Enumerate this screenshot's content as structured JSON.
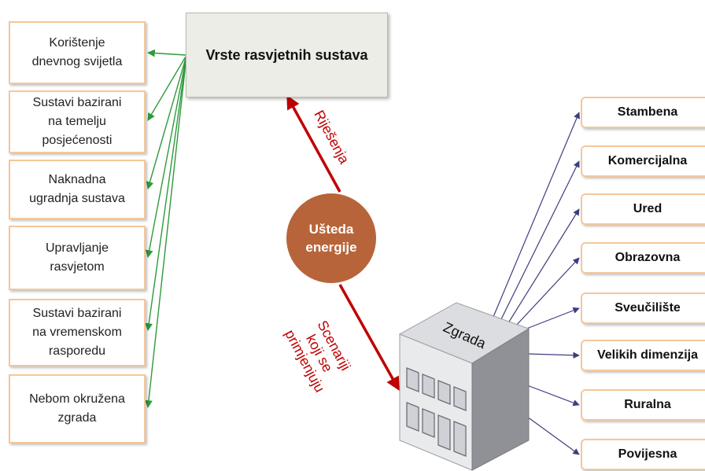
{
  "title": "Vrste rasvjetnih sustava",
  "center": {
    "line1": "Ušteda",
    "line2": "energije"
  },
  "labels": {
    "solutions": "Riješenja",
    "scenarios": {
      "line1": "Scenariji",
      "line2": "koji se",
      "line3": "primjenjuju"
    }
  },
  "building": {
    "label": "Zgrada"
  },
  "left_items": [
    {
      "line1": "Korištenje",
      "line2": "dnevnog svijetla",
      "line3": ""
    },
    {
      "line1": "Sustavi bazirani",
      "line2": "na temelju",
      "line3": "posjećenosti"
    },
    {
      "line1": "Naknadna",
      "line2": "ugradnja sustava",
      "line3": ""
    },
    {
      "line1": "Upravljanje",
      "line2": "rasvjetom",
      "line3": ""
    },
    {
      "line1": "Sustavi bazirani",
      "line2": "na vremenskom",
      "line3": "rasporedu"
    },
    {
      "line1": "Nebom okružena",
      "line2": "zgrada",
      "line3": ""
    }
  ],
  "right_items": [
    "Stambena",
    "Komercijalna",
    "Ured",
    "Obrazovna",
    "Sveučilište",
    "Velikih dimenzija",
    "Ruralna",
    "Povijesna"
  ],
  "colors": {
    "green_arrow": "#2e9a3c",
    "blue_arrow": "#3d3d80",
    "red_arrow": "#c00000",
    "circle": "#b8643a",
    "box_border": "#f5c79a",
    "title_box": "#ecede6"
  }
}
